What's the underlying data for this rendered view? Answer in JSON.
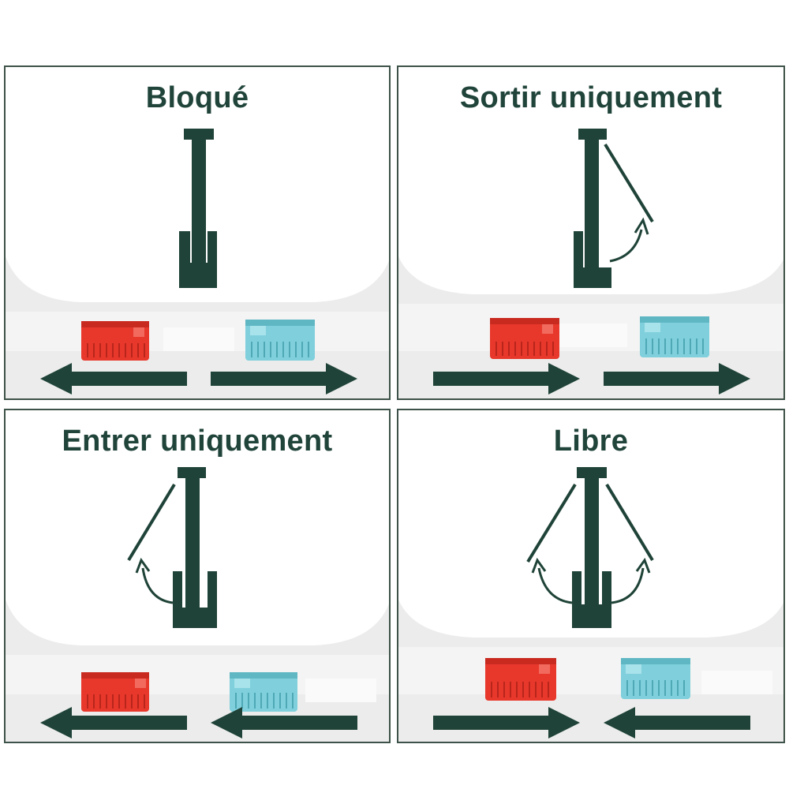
{
  "colors": {
    "dark_green": "#1f4338",
    "title_green": "#20443a",
    "red_switch": "#e8382c",
    "blue_switch": "#7fd0dc",
    "border": "#3d5248"
  },
  "panels": [
    {
      "title": "Bloqué",
      "flap": "none",
      "red_arrow": "left",
      "blue_arrow": "right"
    },
    {
      "title": "Sortir uniquement",
      "flap": "right",
      "red_arrow": "right",
      "blue_arrow": "right"
    },
    {
      "title": "Entrer uniquement",
      "flap": "left",
      "red_arrow": "left",
      "blue_arrow": "left"
    },
    {
      "title": "Libre",
      "flap": "both",
      "red_arrow": "right",
      "blue_arrow": "left"
    }
  ]
}
